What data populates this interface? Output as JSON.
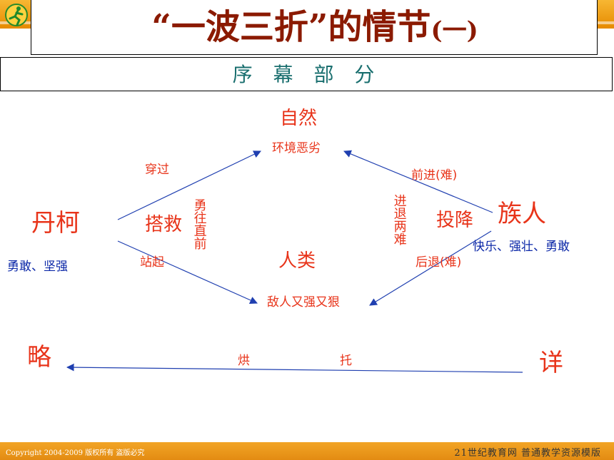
{
  "slide": {
    "title": "“一波三折”的情节",
    "title_suffix": "(一)",
    "subtitle": "序 幕 部 分",
    "footer_copyright": "Copyright 2004-2009 版权所有 盗版必究",
    "footer_brand": "21世纪教育网    普通教学资源模版"
  },
  "diagram": {
    "nature_label": "自然",
    "nature_desc": "环境恶劣",
    "humans_label": "人类",
    "humans_desc": "敌人又强又狠",
    "dankuo_label": "丹柯",
    "dankuo_traits": "勇敢、坚强",
    "people_label": "族人",
    "people_traits": "快乐、强壮、勇敢",
    "edge_cross": "穿过",
    "edge_rescue": "搭救",
    "edge_brave": "勇往直前",
    "edge_standup": "站起",
    "edge_forward": "前进(难)",
    "edge_dilemma": "进退两难",
    "edge_surrender": "投降",
    "edge_retreat": "后退(难)",
    "brief_label": "略",
    "detail_label": "详",
    "foil_left": "烘",
    "foil_right": "托"
  },
  "colors": {
    "title": "#8b1a00",
    "subtitle": "#1a6f6f",
    "accent_red": "#e8341a",
    "text_blue": "#0c28a8",
    "arrow_blue": "#1f3fb0",
    "header_orange": "#f2a526"
  }
}
